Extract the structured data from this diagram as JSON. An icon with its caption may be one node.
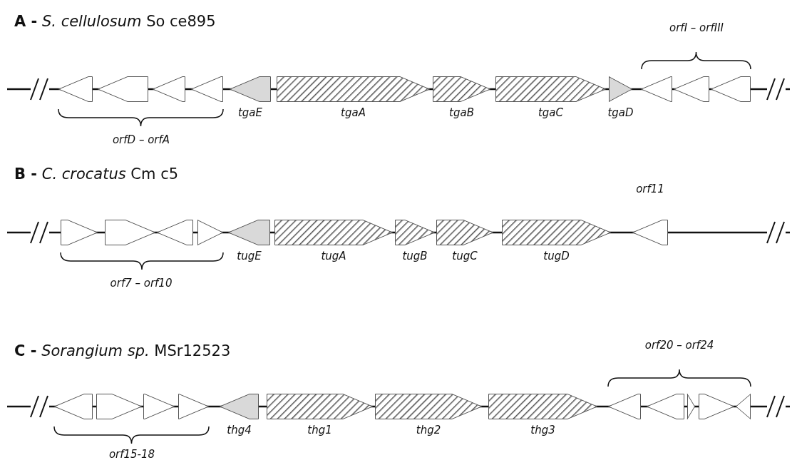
{
  "diagram": {
    "nodes": [
      {
        "text": [],
        "shape": "arrow"
      },
      {
        "text": [],
        "shape": "arrow"
      },
      {
        "text": [],
        "shape": "arrow"
      },
      {
        "text": [],
        "shape": "arrow"
      },
      {
        "text": [
          "tgaE"
        ]
      },
      {
        "text": [
          "tgaA"
        ]
      },
      {
        "text": [
          "tgaB"
        ]
      },
      {
        "text": [
          "tgaC"
        ]
      },
      {
        "text": [
          "tgaD"
        ]
      },
      {
        "text": [],
        "shape": "arrow"
      },
      {
        "text": [],
        "shape": "arrow"
      },
      {
        "text": [],
        "shape": "arrow"
      },
      {
        "text": [],
        "shape": "arrow"
      },
      {
        "text": [],
        "shape": "arrow"
      },
      {
        "text": [],
        "shape": "arrow"
      },
      {
        "text": [],
        "shape": "arrow"
      },
      {
        "text": [
          "tugE"
        ]
      },
      {
        "text": [
          "tugA"
        ]
      },
      {
        "text": [
          "tugB"
        ]
      },
      {
        "text": [
          "tugC"
        ]
      },
      {
        "text": [
          "tugD"
        ]
      },
      {
        "text": [
          "orf11"
        ]
      },
      {
        "text": [],
        "shape": "arrow"
      },
      {
        "text": [],
        "shape": "arrow"
      },
      {
        "text": [],
        "shape": "arrow"
      },
      {
        "text": [],
        "shape": "arrow"
      },
      {
        "text": [
          "thg4"
        ]
      },
      {
        "text": [
          "thg1"
        ]
      },
      {
        "text": [
          "thg2"
        ]
      },
      {
        "text": [
          "thg3"
        ]
      },
      {
        "text": [],
        "shape": "arrow"
      },
      {
        "text": [],
        "shape": "arrow"
      },
      {
        "text": [],
        "shape": "arrow"
      },
      {
        "text": [],
        "shape": "arrow"
      },
      {
        "text": [],
        "shape": "arrow"
      }
    ],
    "labels": [
      "**A -** *S. cellulosum* So ce895",
      "*orfI – orfIII*",
      "*orfD – orfA*",
      "**B -** *C. crocatus* Cm c5",
      "*orf7 – orf10*",
      "**C -** *Sorangium sp.* MSr12523",
      "*orf20 – orf24*",
      "*orf15-18*"
    ]
  }
}
